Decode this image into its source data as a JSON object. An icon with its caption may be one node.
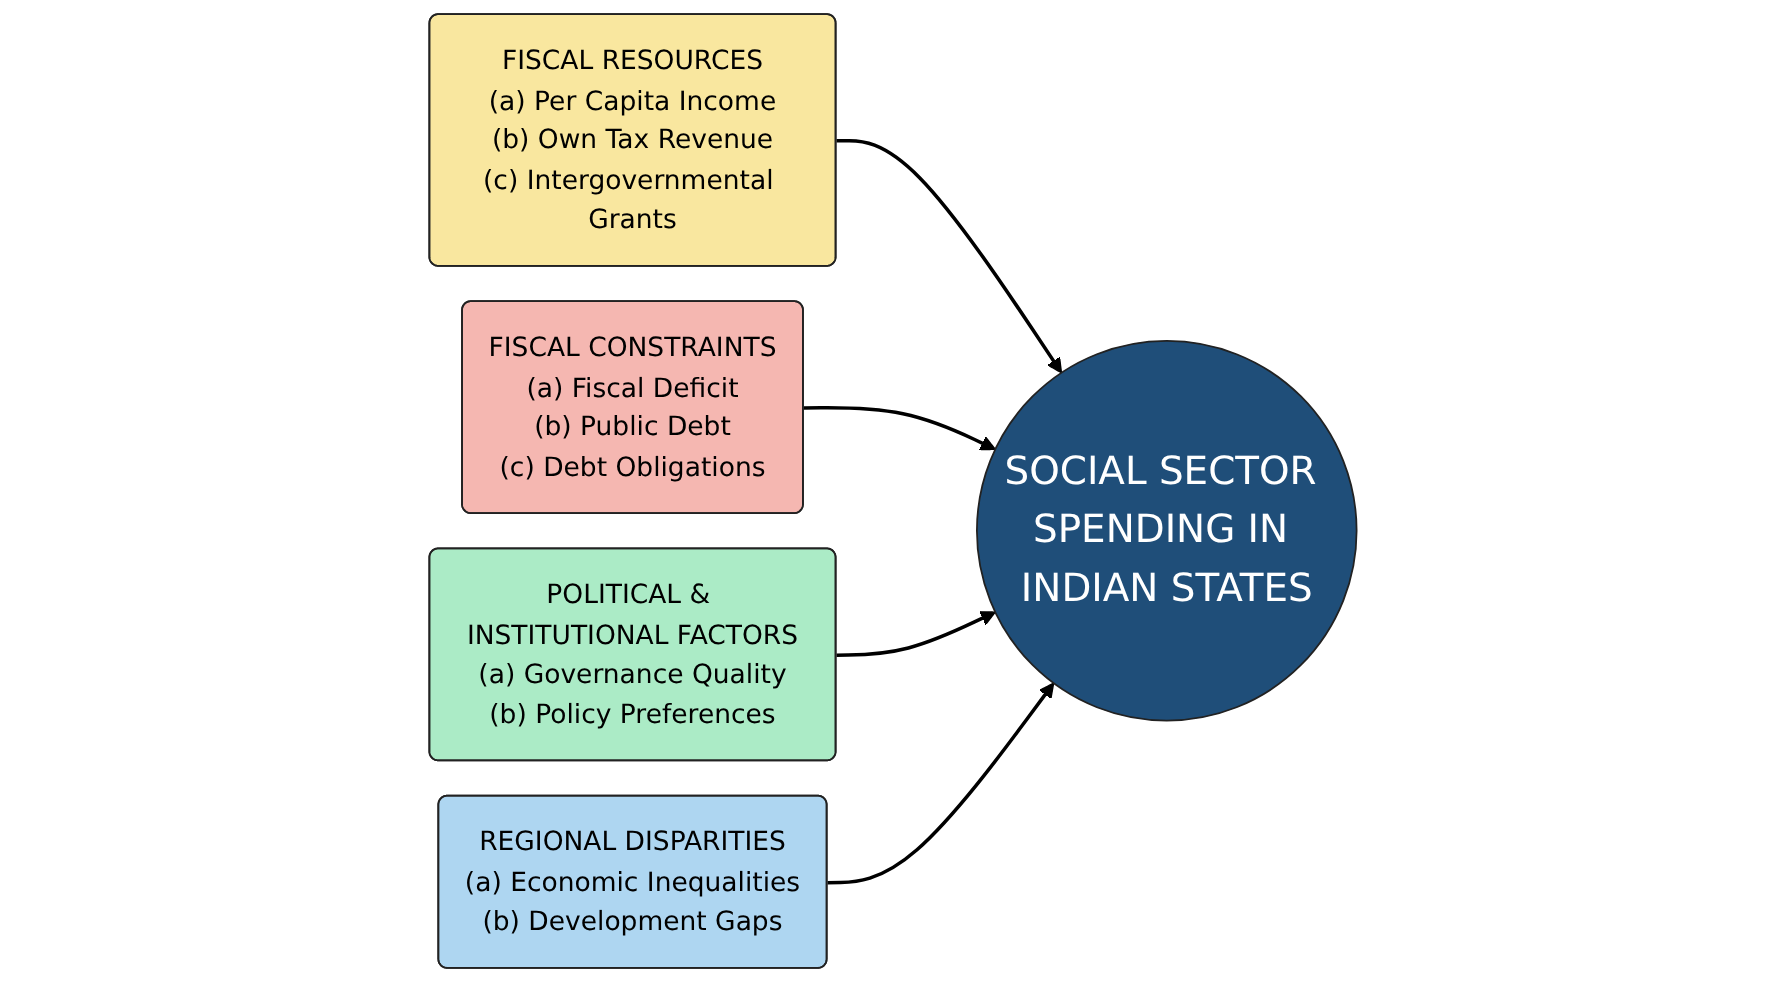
{
  "diagram": {
    "nodes": [
      {
        "text": [
          "FISCAL RESOURCES",
          "(a) Per Capita Income",
          "(b) Own Tax Revenue",
          "(c) Intergovernmental Grants"
        ]
      },
      {
        "text": [
          "FISCAL CONSTRAINTS",
          "(a) Fiscal Deficit",
          "(b) Public Debt",
          "(c) Debt Obligations"
        ]
      },
      {
        "text": [
          "POLITICAL & INSTITUTIONAL FACTORS",
          "(a) Governance Quality",
          "(b) Policy Preferences"
        ]
      },
      {
        "text": [
          "REGIONAL DISPARITIES",
          "(a) Economic Inequalities",
          "(b) Development Gaps"
        ]
      },
      {
        "text": [
          "SOCIAL SECTOR SPENDING IN INDIAN STATES"
        ]
      }
    ],
    "edges": [
      {
        "from": 0,
        "to": 4,
        "arrow": "to"
      },
      {
        "from": 1,
        "to": 4,
        "arrow": "to"
      },
      {
        "from": 2,
        "to": 4,
        "arrow": "to"
      },
      {
        "from": 3,
        "to": 4,
        "arrow": "to"
      }
    ]
  }
}
